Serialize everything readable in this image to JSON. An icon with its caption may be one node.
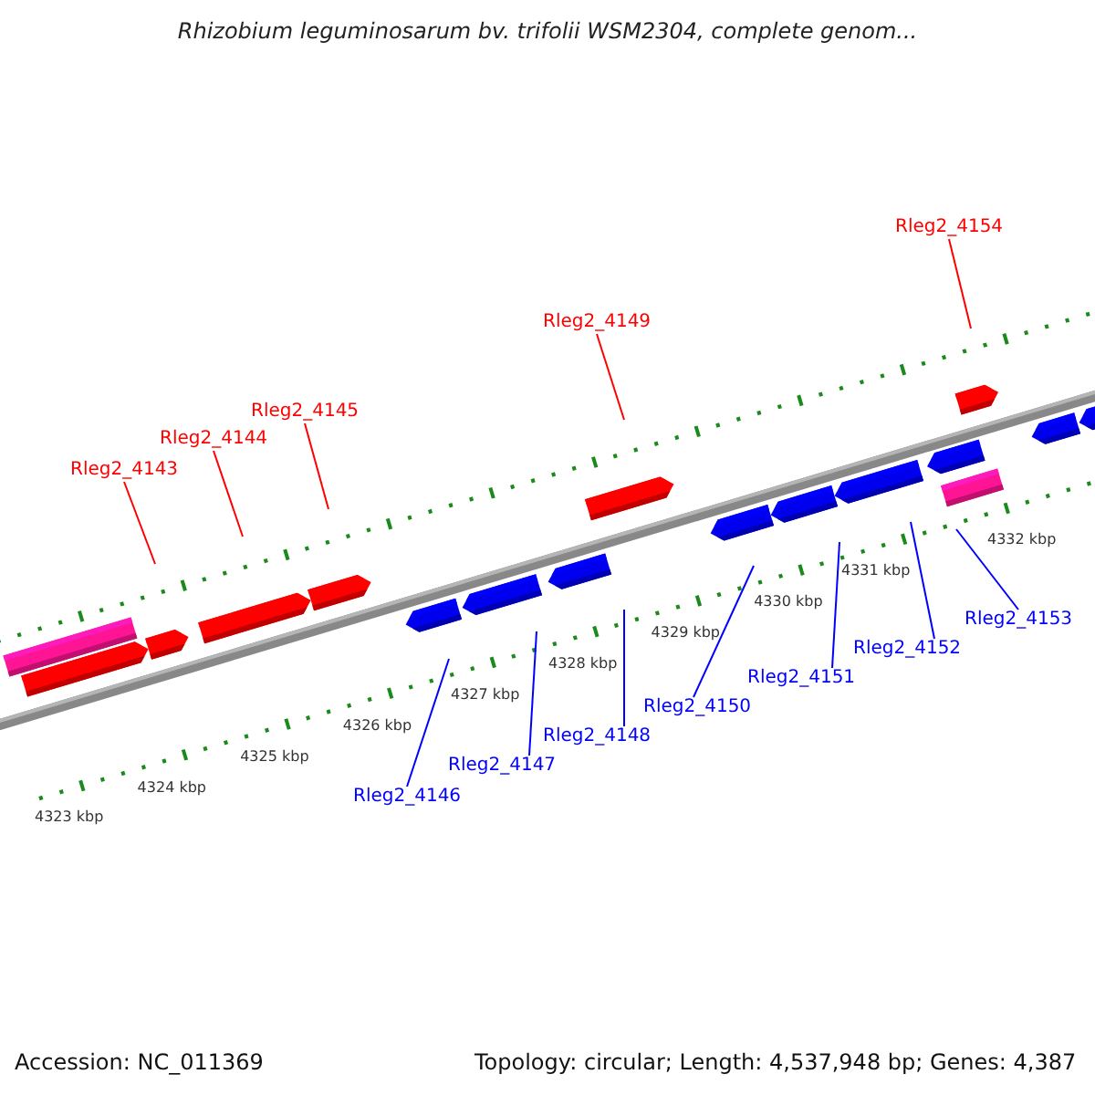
{
  "diagram": {
    "title": "Rhizobium leguminosarum bv. trifolii WSM2304, complete genom...",
    "nodes": [
      {
        "text": [
          "Rleg2_4143"
        ]
      },
      {
        "text": [
          "Rleg2_4144"
        ]
      },
      {
        "text": [
          "Rleg2_4145"
        ]
      },
      {
        "text": [
          "Rleg2_4146"
        ]
      },
      {
        "text": [
          "Rleg2_4147"
        ]
      },
      {
        "text": [
          "Rleg2_4148"
        ]
      },
      {
        "text": [
          "Rleg2_4149"
        ]
      },
      {
        "text": [
          "Rleg2_4150"
        ]
      },
      {
        "text": [
          "Rleg2_4151"
        ]
      },
      {
        "text": [
          "Rleg2_4152"
        ]
      },
      {
        "text": [
          "Rleg2_4153"
        ]
      },
      {
        "text": [
          "Rleg2_4154"
        ]
      }
    ],
    "edges": [
      {
        "from": 0,
        "to": null,
        "arrow": "none",
        "color": "#ff0000"
      },
      {
        "from": 1,
        "to": null,
        "arrow": "none",
        "color": "#ff0000"
      },
      {
        "from": 2,
        "to": null,
        "arrow": "none",
        "color": "#ff0000"
      },
      {
        "from": 3,
        "to": null,
        "arrow": "none"
      },
      {
        "from": 4,
        "to": null,
        "arrow": "none"
      },
      {
        "from": 5,
        "to": null,
        "arrow": "none"
      },
      {
        "from": 6,
        "to": null,
        "arrow": "none",
        "color": "#ff0000"
      },
      {
        "from": 7,
        "to": null,
        "arrow": "none"
      },
      {
        "from": 8,
        "to": null,
        "arrow": "none"
      },
      {
        "from": 9,
        "to": null,
        "arrow": "none"
      },
      {
        "from": 10,
        "to": null,
        "arrow": "none"
      },
      {
        "from": 11,
        "to": null,
        "arrow": "none",
        "color": "#ff0000"
      }
    ],
    "labels": [
      "4323 kbp",
      "4324 kbp",
      "4325 kbp",
      "4326 kbp",
      "4327 kbp",
      "4328 kbp",
      "4329 kbp",
      "4330 kbp",
      "4331 kbp",
      "4332 kbp",
      "Accession: NC_011369",
      "Topology: circular; Length: 4,537,948 bp; Genes: 4,387"
    ]
  }
}
